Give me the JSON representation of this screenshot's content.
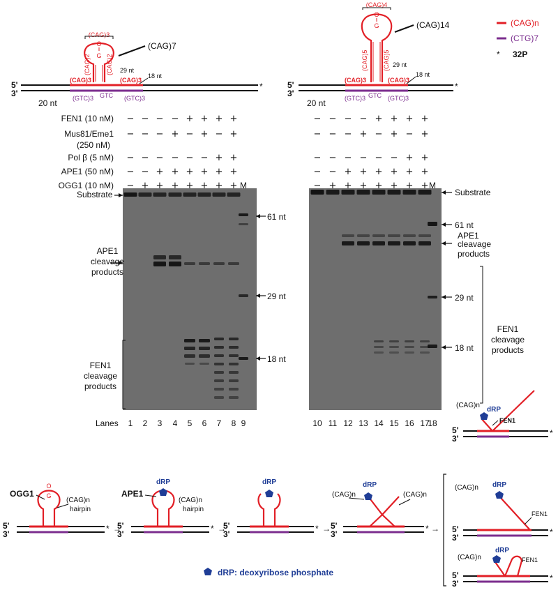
{
  "legend": {
    "cag": "(CAG)n",
    "ctg": "(CTG)7",
    "star": "*",
    "p32": "32P"
  },
  "colors": {
    "cag": "#e21f26",
    "ctg": "#7b2d8e",
    "drp": "#1f3d96",
    "gel_bg": "#6e6e6e"
  },
  "substrate_left": {
    "five": "5'",
    "three": "3'",
    "star": "*",
    "loop_label": "(CAG)3",
    "hairpin": "(CAG)7",
    "stem_l": "(CAG)2",
    "stem_r": "(CAG)2",
    "flank_l": "(CAG)3",
    "flank_r": "(CAG)3",
    "nt29": "29 nt",
    "nt18": "18 nt",
    "nt20": "20 nt",
    "gtc_l": "(GTC)3",
    "gtc_m": "GTC",
    "gtc_r": "(GTC)3",
    "oxo": "O",
    "g": "G"
  },
  "substrate_right": {
    "five": "5'",
    "three": "3'",
    "star": "*",
    "loop_label": "(CAG)4",
    "hairpin": "(CAG)14",
    "stem_l": "(CAG)5",
    "stem_r": "(CAG)5",
    "flank_l": "(CAG)3",
    "flank_r": "(CAG)3",
    "nt29": "29 nt",
    "nt18": "18 nt",
    "nt20": "20 nt",
    "gtc_l": "(GTC)3",
    "gtc_m": "GTC",
    "gtc_r": "(GTC)3",
    "oxo": "O",
    "g": "G"
  },
  "conditions": {
    "rows": [
      {
        "label": "FEN1 (10 nM)",
        "left": [
          "−",
          "−",
          "−",
          "−",
          "+",
          "+",
          "+",
          "+"
        ],
        "right": [
          "−",
          "−",
          "−",
          "−",
          "+",
          "+",
          "+",
          "+"
        ]
      },
      {
        "label": "Mus81/Eme1",
        "label2": "(250 nM)",
        "left": [
          "−",
          "−",
          "−",
          "+",
          "−",
          "+",
          "−",
          "+"
        ],
        "right": [
          "−",
          "−",
          "−",
          "+",
          "−",
          "+",
          "−",
          "+"
        ]
      },
      {
        "label": "Pol β (5 nM)",
        "left": [
          "−",
          "−",
          "−",
          "−",
          "−",
          "−",
          "+",
          "+"
        ],
        "right": [
          "−",
          "−",
          "−",
          "−",
          "−",
          "−",
          "+",
          "+"
        ]
      },
      {
        "label": "APE1 (50 nM)",
        "left": [
          "−",
          "−",
          "+",
          "+",
          "+",
          "+",
          "+",
          "+"
        ],
        "right": [
          "−",
          "−",
          "+",
          "+",
          "+",
          "+",
          "+",
          "+"
        ]
      },
      {
        "label": "OGG1 (10 nM)",
        "left": [
          "−",
          "+",
          "+",
          "+",
          "+",
          "+",
          "+",
          "+"
        ],
        "right": [
          "−",
          "+",
          "+",
          "+",
          "+",
          "+",
          "+",
          "+"
        ]
      }
    ],
    "marker": "M"
  },
  "gel_labels": {
    "substrate": "Substrate",
    "ape1_l1": "APE1",
    "ape1_l2": "cleavage",
    "ape1_l3": "products",
    "fen1_l1": "FEN1",
    "fen1_l2": "cleavage",
    "fen1_l3": "products",
    "m61": "61 nt",
    "m29": "29 nt",
    "m18": "18 nt",
    "lanes_label": "Lanes",
    "lanes_left": [
      "1",
      "2",
      "3",
      "4",
      "5",
      "6",
      "7",
      "8",
      "9"
    ],
    "lanes_right": [
      "10",
      "11",
      "12",
      "13",
      "14",
      "15",
      "16",
      "17",
      "18"
    ]
  },
  "scheme": {
    "ogg1": "OGG1",
    "ape1": "APE1",
    "drp": "dRP",
    "cag_n": "(CAG)n",
    "hairpin": "hairpin",
    "fen1": "FEN1",
    "five": "5'",
    "three": "3'",
    "star": "*",
    "oxo": "O",
    "g": "G",
    "legend_text": "dRP: deoxyribose phosphate"
  }
}
